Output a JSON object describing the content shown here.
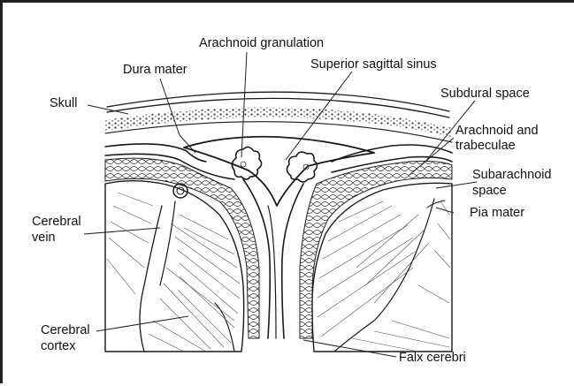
{
  "diagram": {
    "labels": {
      "arachnoid_granulation": "Arachnoid granulation",
      "dura_mater": "Dura mater",
      "superior_sagittal_sinus": "Superior sagittal sinus",
      "skull": "Skull",
      "subdural_space": "Subdural space",
      "arachnoid_trabeculae_line1": "Arachnoid and",
      "arachnoid_trabeculae_line2": "trabeculae",
      "subarachnoid_line1": "Subarachnoid",
      "subarachnoid_line2": "space",
      "pia_mater": "Pia mater",
      "cerebral_vein_line1": "Cerebral",
      "cerebral_vein_line2": "vein",
      "cerebral_cortex_line1": "Cerebral",
      "cerebral_cortex_line2": "cortex",
      "falx_cerebri": "Falx cerebri"
    },
    "colors": {
      "ink": "#1a1a1a",
      "background": "#ffffff"
    }
  }
}
